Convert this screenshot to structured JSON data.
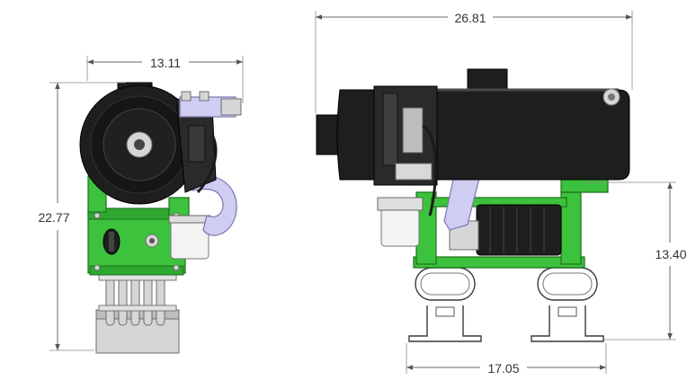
{
  "dimensions": {
    "front_width": "13.11",
    "front_height": "22.77",
    "side_length": "26.81",
    "side_height": "13.40",
    "base_span": "17.05"
  },
  "colors": {
    "frame": "#3cc23c",
    "housing": "#1e1e1e",
    "pipe": "#cfcdf2",
    "dimension_lines": "#6a6a6a"
  }
}
